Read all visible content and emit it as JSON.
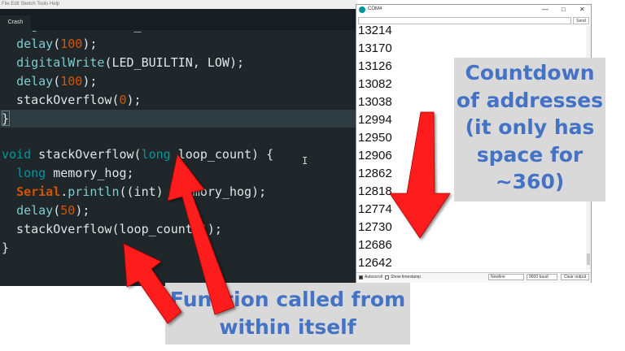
{
  "ide": {
    "menubar": "File Edit Sketch Tools Help",
    "tab": "Crash",
    "code": {
      "l0": {
        "p1": "  ",
        "fn": "digitalWrite",
        "p2": "(LED_BUILTIN, HIGH);"
      },
      "l1": {
        "p1": "  ",
        "fn": "delay",
        "p2": "(",
        "num": "100",
        "p3": ");"
      },
      "l2": {
        "p1": "  ",
        "fn": "digitalWrite",
        "p2": "(LED_BUILTIN, LOW);"
      },
      "l3": {
        "p1": "  ",
        "fn": "delay",
        "p2": "(",
        "num": "100",
        "p3": ");"
      },
      "l4": {
        "p1": "  stackOverflow(",
        "num": "0",
        "p2": ");"
      },
      "l5": {
        "p1": "}"
      },
      "l7": {
        "kw": "void",
        "p1": " stackOverflow(",
        "ty": "long",
        "p2": " loop_count) {"
      },
      "l8": {
        "p1": "  ",
        "ty": "long",
        "p2": " memory_hog;"
      },
      "l9": {
        "p1": "  ",
        "cls": "Serial",
        "p2": ".",
        "fn": "println",
        "p3": "((int) &memory_hog);"
      },
      "l10": {
        "p1": "  ",
        "fn": "delay",
        "p2": "(",
        "num": "50",
        "p3": ");"
      },
      "l11": {
        "p1": "  stackOverflow(loop_count+",
        "num": "1",
        "p2": ");"
      },
      "l12": {
        "p1": "}"
      }
    }
  },
  "serial": {
    "title": "COM4",
    "send_label": "Send",
    "lines": [
      "13214",
      "13170",
      "13126",
      "13082",
      "13038",
      "12994",
      "12950",
      "12906",
      "12862",
      "12818",
      "12774",
      "12730",
      "12686",
      "12642"
    ],
    "autoscroll_label": "Autoscroll",
    "timestamp_label": "Show timestamp",
    "line_ending": "Newline",
    "baud": "9600 baud",
    "clear_label": "Clear output"
  },
  "callouts": {
    "top": [
      "Countdown",
      "of addresses",
      "(it only has",
      "space for",
      "~360)"
    ],
    "bottom": [
      "Function called from",
      "within itself"
    ]
  },
  "colors": {
    "callout_text": "#4472c4",
    "callout_bg": "#d9d9d9",
    "arrow": "#ff1f1f"
  }
}
